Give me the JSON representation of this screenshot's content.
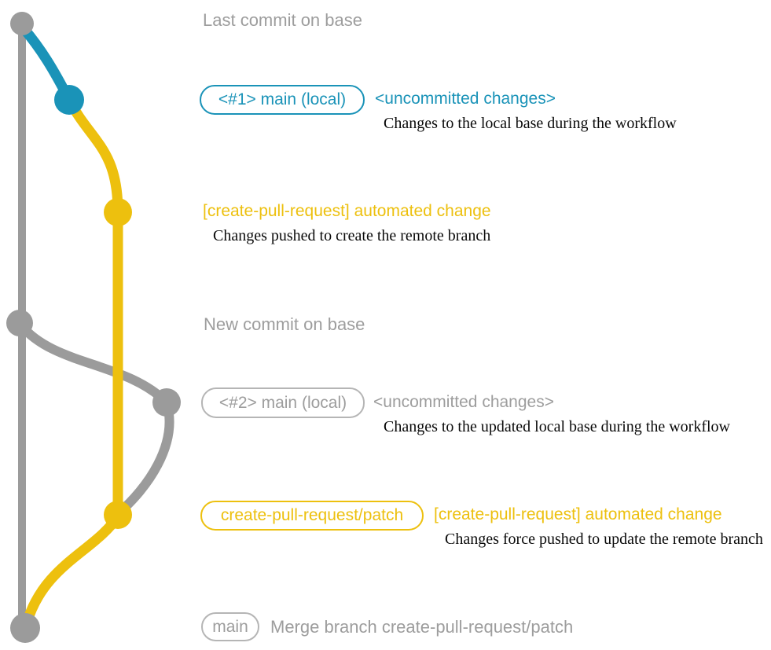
{
  "colors": {
    "blue": "#1a93b8",
    "yellow": "#edc00e",
    "gray": "#9b9b9b",
    "text_gray": "#9d9d9d",
    "text_black": "#0a0a0a"
  },
  "graph": {
    "description": "git branch diagram for create-pull-request workflow",
    "nodes": [
      {
        "name": "last-commit-on-base",
        "color": "gray"
      },
      {
        "name": "local-base-commit-1",
        "color": "blue"
      },
      {
        "name": "remote-branch-commit-1",
        "color": "yellow"
      },
      {
        "name": "new-commit-on-base",
        "color": "gray"
      },
      {
        "name": "local-base-commit-2",
        "color": "gray"
      },
      {
        "name": "remote-branch-commit-2",
        "color": "yellow"
      },
      {
        "name": "merge-commit",
        "color": "gray"
      }
    ]
  },
  "annotations": {
    "row1_title": "Last commit on base",
    "row2_badge": "<#1> main (local)",
    "row2_title": "<uncommitted changes>",
    "row2_desc": "Changes to the local base during the workflow",
    "row3_title": "[create-pull-request] automated change",
    "row3_desc": "Changes pushed to create the remote branch",
    "row4_title": "New commit on base",
    "row5_badge": "<#2> main (local)",
    "row5_title": "<uncommitted changes>",
    "row5_desc": "Changes to the updated local base during the workflow",
    "row6_badge": "create-pull-request/patch",
    "row6_title": "[create-pull-request] automated change",
    "row6_desc": "Changes force pushed to update the remote branch",
    "row7_badge": "main",
    "row7_title": "Merge branch create-pull-request/patch"
  }
}
